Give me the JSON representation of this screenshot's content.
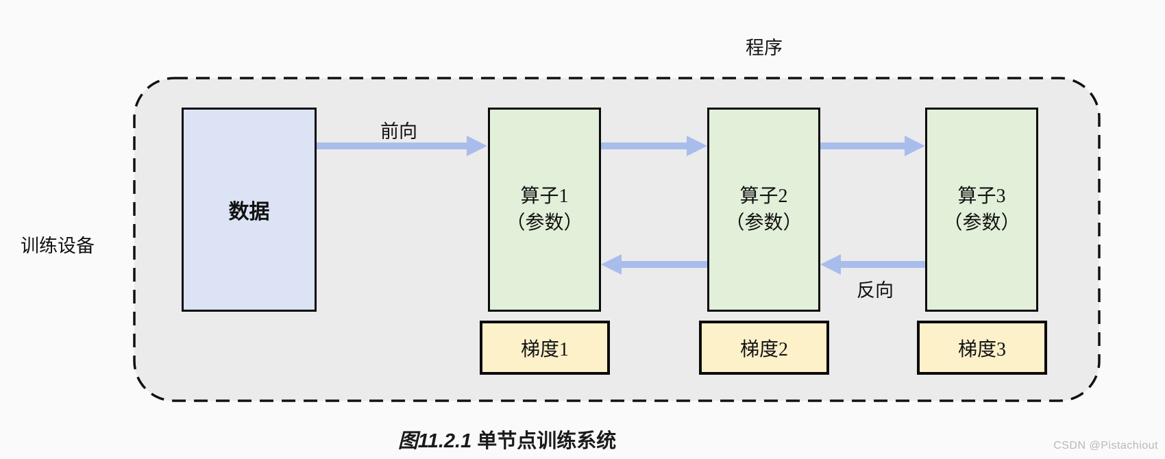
{
  "page": {
    "background": "#fafafa"
  },
  "diagram": {
    "program_label": "程序",
    "device_label": "训练设备",
    "container_fill": "#ebebeb",
    "container_border_color": "#111111",
    "data_box": {
      "label": "数据",
      "fill": "#dce3f4"
    },
    "operator_fill": "#e2efd9",
    "gradient_fill": "#fdf1ca",
    "box_border_color": "#0a0a0a",
    "arrow_color": "#a9bdec",
    "forward_label": "前向",
    "backward_label": "反向",
    "operators": [
      {
        "name": "算子1",
        "param": "（参数）"
      },
      {
        "name": "算子2",
        "param": "（参数）"
      },
      {
        "name": "算子3",
        "param": "（参数）"
      }
    ],
    "gradients": [
      {
        "label": "梯度1"
      },
      {
        "label": "梯度2"
      },
      {
        "label": "梯度3"
      }
    ]
  },
  "caption": {
    "figure_number": "图11.2.1",
    "title": "单节点训练系统"
  },
  "watermark": "CSDN @Pistachiout"
}
